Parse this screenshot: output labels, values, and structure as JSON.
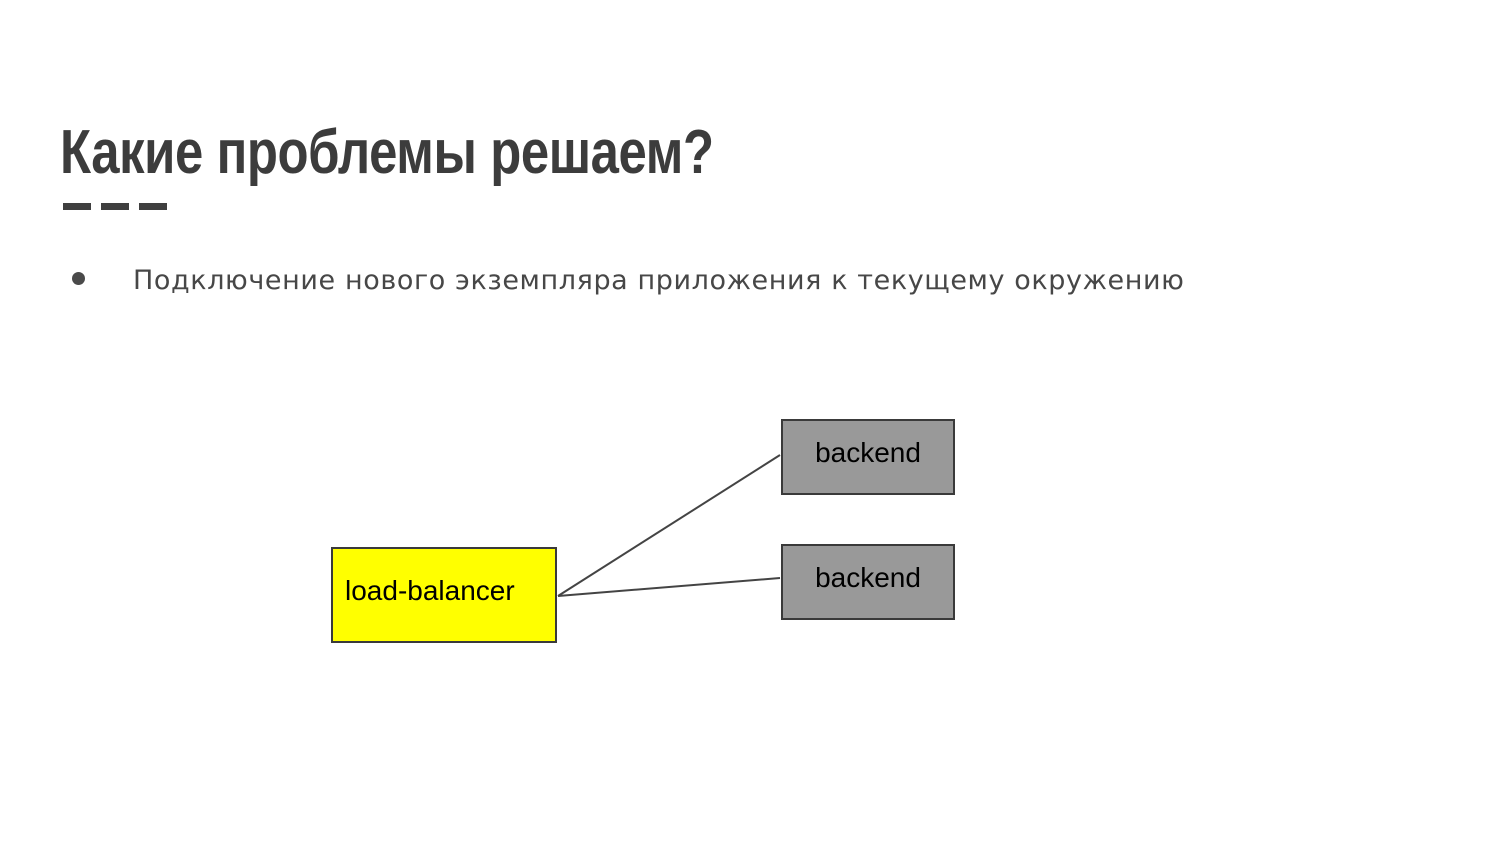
{
  "slide": {
    "title": "Какие проблемы решаем?",
    "divider": {
      "dash_count": 3,
      "color": "#3f3f3f"
    },
    "bullets": [
      {
        "marker": "bullet-dot",
        "text": "Подключение нового экземпляра приложения к текущему окружению"
      }
    ],
    "diagram": {
      "nodes": [
        {
          "id": "load-balancer",
          "label": "load-balancer",
          "fill": "#ffff00",
          "border": "#3a3a3a"
        },
        {
          "id": "backend-1",
          "label": "backend",
          "fill": "#999999",
          "border": "#3a3a3a"
        },
        {
          "id": "backend-2",
          "label": "backend",
          "fill": "#999999",
          "border": "#3a3a3a"
        }
      ],
      "edges": [
        {
          "from": "load-balancer",
          "to": "backend-1"
        },
        {
          "from": "load-balancer",
          "to": "backend-2"
        }
      ],
      "edge_color": "#444444"
    },
    "colors": {
      "background": "#ffffff",
      "title": "#3c3c3c",
      "body_text": "#474747",
      "accent_yellow": "#ffff00",
      "node_grey": "#999999"
    }
  }
}
